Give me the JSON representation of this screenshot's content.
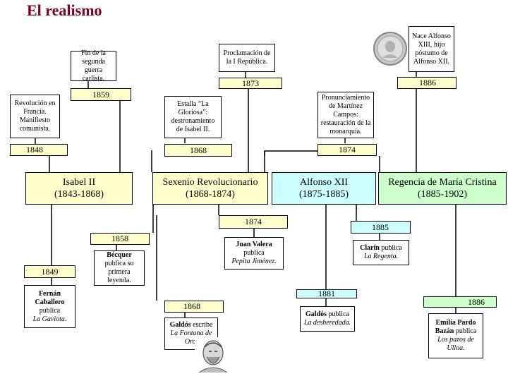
{
  "title": "El realismo",
  "top_events": {
    "revolucion": "Revolución en Francia. Manifiesto comunista.",
    "y1848": "1848",
    "fin_guerra": "Fin de la segunda guerra carlista.",
    "y1859": "1859",
    "estalla": "Estalla “La Gloriosa”: destronamiento de Isabel II.",
    "y1868": "1868",
    "proclamacion": "Proclamación de la I República.",
    "y1873": "1873",
    "pronunciamiento": "Pronunciamiento de Martínez Campos: restauración de la monarquía.",
    "y1874": "1874",
    "nace": "Nace Alfonso XIII, hijo póstumo de Alfonso XII.",
    "y1886": "1886"
  },
  "periods": [
    {
      "name": "Isabel II",
      "years": "(1843-1868)"
    },
    {
      "name": "Sexenio Revolucionario",
      "years": "(1868-1874)"
    },
    {
      "name": "Alfonso XII",
      "years": "(1875-1885)"
    },
    {
      "name": "Regencia de María Cristina",
      "years": "(1885-1902)"
    }
  ],
  "bottom_events": {
    "y1849": "1849",
    "fernan": {
      "author": "Fernán Caballero",
      "verb": "publica",
      "work": "La Gaviota."
    },
    "y1858": "1858",
    "becquer": {
      "author": "Bécquer",
      "verb": "publica su primera leyenda."
    },
    "y1868b": "1868",
    "galdos1": {
      "author": "Galdós",
      "verb": "escribe",
      "work": "La Fontana de Oro."
    },
    "y1874b": "1874",
    "valera": {
      "author": "Juan Valera",
      "verb": "publica",
      "work": "Pepita Jiménez."
    },
    "y1881": "1881",
    "galdos2": {
      "author": "Galdós",
      "verb": "publica",
      "work": "La desheredada."
    },
    "y1885": "1885",
    "clarin": {
      "author": "Clarín",
      "verb": "publica",
      "work": "La Regenta."
    },
    "y1886b": "1886",
    "pardo": {
      "author": "Emilia Pardo Bazán",
      "verb": "publica",
      "work": "Los pazos de Ulloa."
    }
  }
}
